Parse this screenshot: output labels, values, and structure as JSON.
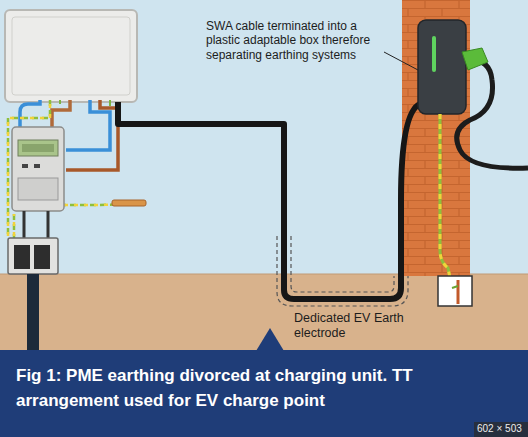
{
  "diagram": {
    "caption": "Fig 1: PME earthing divorced at charging unit. TT arrangement used for EV charge point",
    "labels": [
      "SWA cable terminated into a plastic adaptable box therefore separating earthing systems",
      "Dedicated EV Earth electrode",
      "602 × 503"
    ]
  }
}
